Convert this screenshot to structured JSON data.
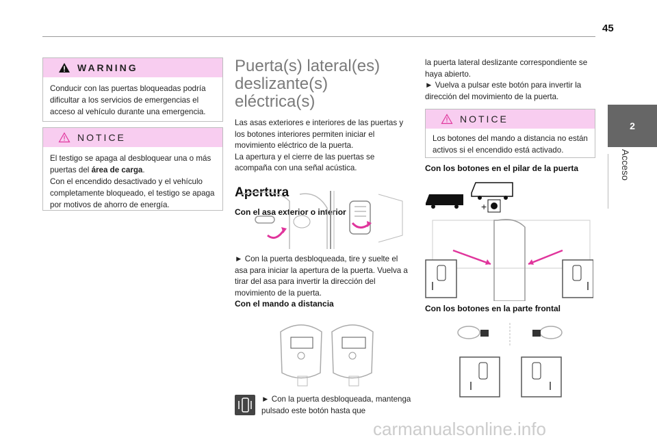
{
  "page_number": "45",
  "side_tab": {
    "number": "2",
    "label": "Acceso"
  },
  "warning": {
    "title": "WARNING",
    "body": "Conducir con las puertas bloqueadas podría dificultar a los servicios de emergencias el acceso al vehículo durante una emergencia."
  },
  "notice1": {
    "title": "NOTICE",
    "body_before": "El testigo se apaga al desbloquear una o más puertas del ",
    "body_bold": "área de carga",
    "body_after": ".\nCon el encendido desactivado y el vehículo completamente bloqueado, el testigo se apaga por motivos de ahorro de energía."
  },
  "main": {
    "title": "Puerta(s) lateral(es) deslizante(s) eléctrica(s)",
    "intro": "Las asas exteriores e interiores de las puertas y los botones interiores permiten iniciar el movimiento eléctrico de la puerta.\nLa apertura y el cierre de las puertas se acompaña con una señal acústica.",
    "section": "Apertura",
    "sub1": "Con el asa exterior o interior",
    "step1": "► Con la puerta desbloqueada, tire y suelte el asa para iniciar la apertura de la puerta. Vuelva a tirar del asa para invertir la dirección del movimiento de la puerta.",
    "sub2": "Con el mando a distancia",
    "step2": "► Con la puerta desbloqueada, mantenga pulsado este botón hasta que"
  },
  "col3": {
    "cont": "la puerta lateral deslizante correspondiente se haya abierto.\n► Vuelva a pulsar este botón para invertir la dirección del movimiento de la puerta.",
    "notice_title": "NOTICE",
    "notice_body": "Los botones del mando a distancia no están activos si el encendido está activado.",
    "sub3": "Con los botones en el pilar de la puerta",
    "sub4": "Con los botones en la parte frontal"
  },
  "watermark": "carmanualsonline.info",
  "colors": {
    "accent_pink": "#f8cdf0",
    "arrow_magenta": "#e0359c",
    "tab_gray": "#666666"
  }
}
